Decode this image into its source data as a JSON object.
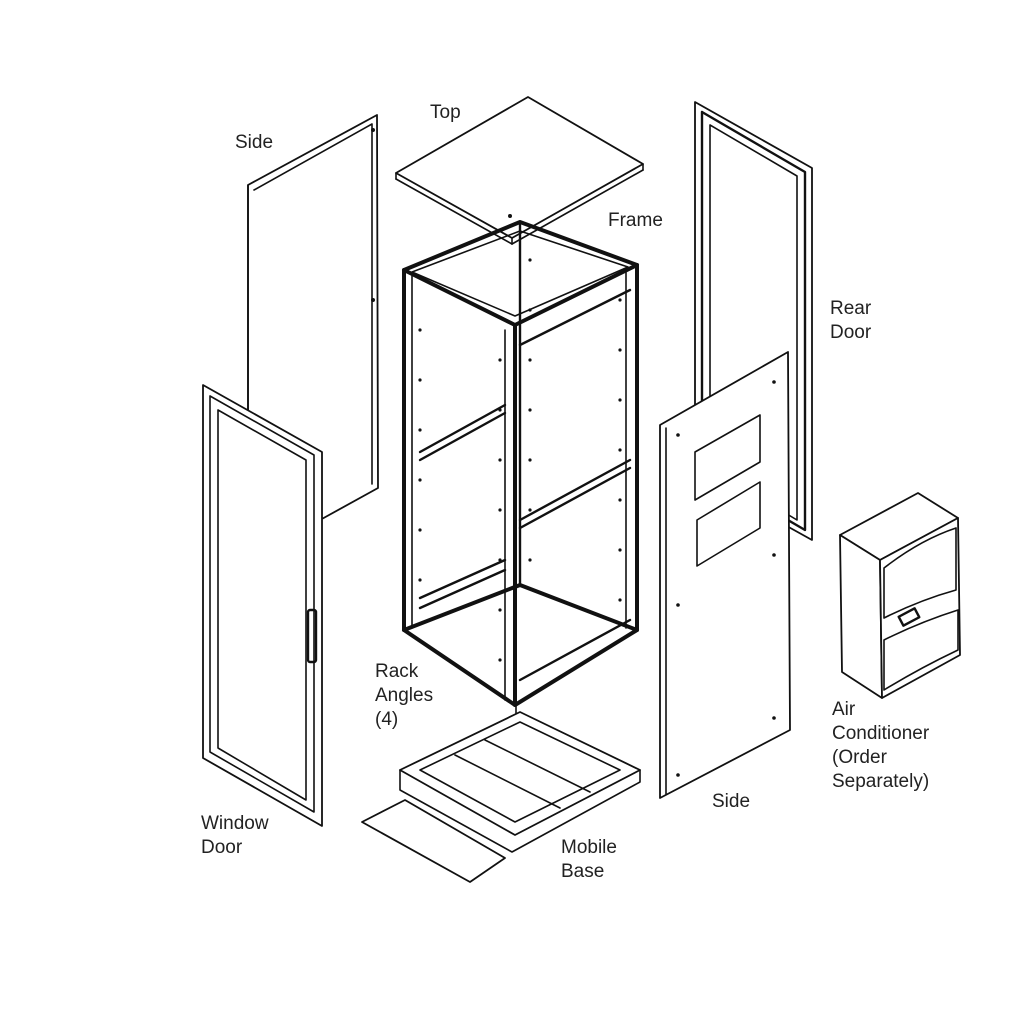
{
  "diagram": {
    "labels": {
      "side_left": "Side",
      "top": "Top",
      "frame": "Frame",
      "rear_door": [
        "Rear",
        "Door"
      ],
      "rack_angles": [
        "Rack",
        "Angles",
        "(4)"
      ],
      "air_conditioner": [
        "Air",
        "Conditioner",
        "(Order",
        "Separately)"
      ],
      "side_right": "Side",
      "window_door": [
        "Window",
        "Door"
      ],
      "mobile_base": [
        "Mobile",
        "Base"
      ]
    },
    "colors": {
      "line": "#111111",
      "text": "#222222",
      "background": "#ffffff"
    }
  }
}
